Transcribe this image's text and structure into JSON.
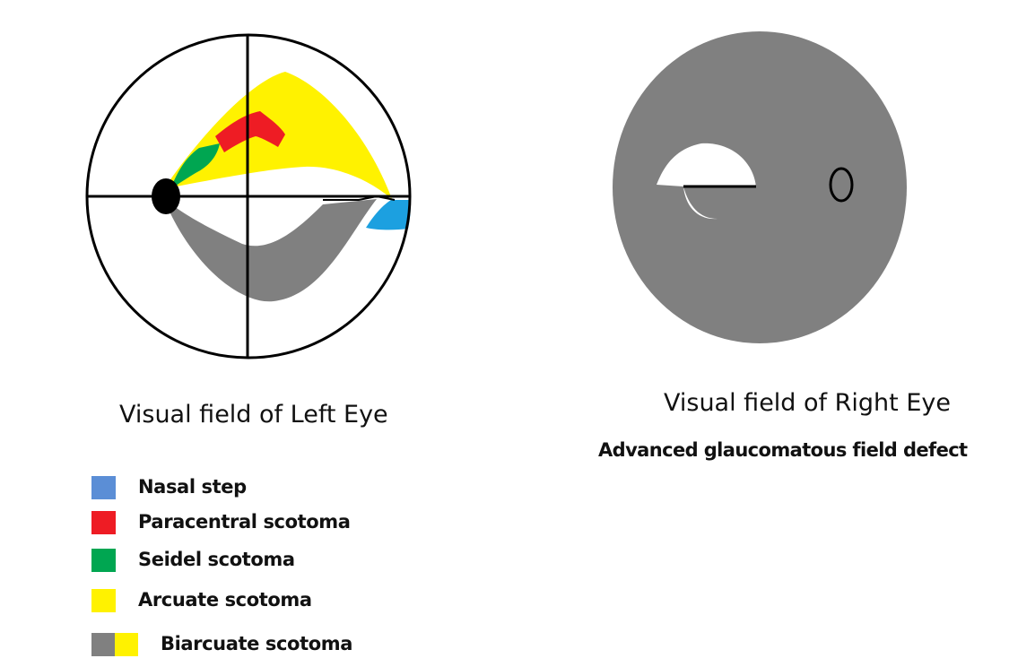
{
  "left_eye": {
    "caption": "Visual field of Left Eye"
  },
  "right_eye": {
    "caption": "Visual field of Right Eye",
    "description": "Advanced glaucomatous field defect"
  },
  "legend": [
    {
      "label": "Nasal step",
      "color": "#5b8ed6"
    },
    {
      "label": "Paracentral  scotoma",
      "color": "#ee1c24"
    },
    {
      "label": "Seidel scotoma",
      "color": "#00a651"
    },
    {
      "label": "Arcuate scotoma",
      "color": "#fff200"
    },
    {
      "label": "Biarcuate scotoma",
      "color": "#808080",
      "color2": "#fff200"
    }
  ],
  "colors": {
    "grey_field": "#808080",
    "yellow": "#fff200",
    "red": "#ee1c24",
    "green": "#00a651",
    "blue_nasal_step": "#1ca0e0",
    "outline": "#000000"
  }
}
